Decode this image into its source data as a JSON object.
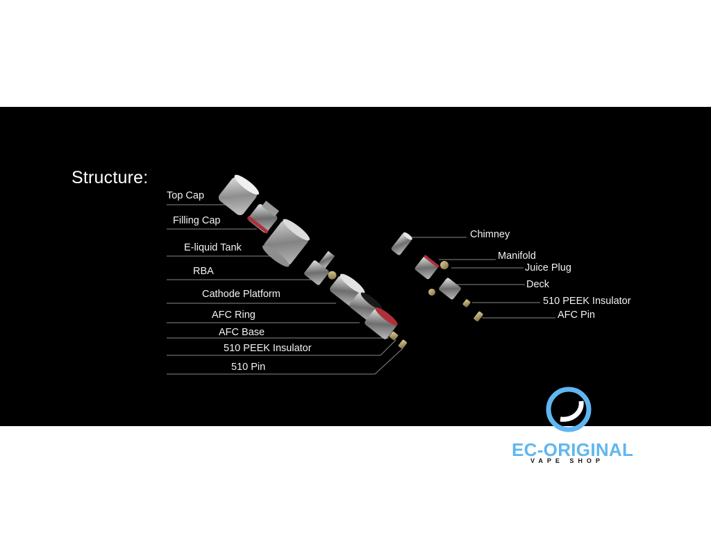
{
  "title": "Structure:",
  "left_labels": [
    "Top Cap",
    "Filling Cap",
    "E-liquid Tank",
    "RBA",
    "Cathode Platform",
    "AFC Ring",
    "AFC Base",
    "510 PEEK Insulator",
    "510 Pin"
  ],
  "right_labels": [
    "Chimney",
    "Manifold",
    "Juice Plug",
    "Deck",
    "510 PEEK Insulator",
    "AFC Pin"
  ],
  "logo": {
    "main": "EC-ORIGINAL",
    "sub": "VAPE SHOP",
    "color": "#5fb7f0"
  },
  "colors": {
    "background": "#000000",
    "accent_red": "#b0303a",
    "metal": "#c8c8c8",
    "brass": "#b09a60"
  }
}
